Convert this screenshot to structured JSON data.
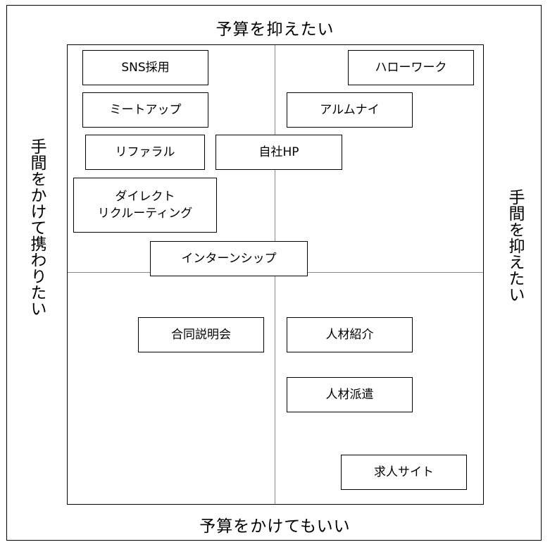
{
  "axes": {
    "top": "予算を抑えたい",
    "bottom": "予算をかけてもいい",
    "left": "手間をかけて携わりたい",
    "right": "手間を抑えたい"
  },
  "items": [
    {
      "id": "sns",
      "label": "SNS採用"
    },
    {
      "id": "meetup",
      "label": "ミートアップ"
    },
    {
      "id": "referral",
      "label": "リファラル"
    },
    {
      "id": "direct",
      "label": "ダイレクト\nリクルーティング"
    },
    {
      "id": "hp",
      "label": "自社HP"
    },
    {
      "id": "intern",
      "label": "インターンシップ"
    },
    {
      "id": "hellowork",
      "label": "ハローワーク"
    },
    {
      "id": "alumni",
      "label": "アルムナイ"
    },
    {
      "id": "gosetsu",
      "label": "合同説明会"
    },
    {
      "id": "shokai",
      "label": "人材紹介"
    },
    {
      "id": "haken",
      "label": "人材派遣"
    },
    {
      "id": "kyujin",
      "label": "求人サイト"
    }
  ]
}
